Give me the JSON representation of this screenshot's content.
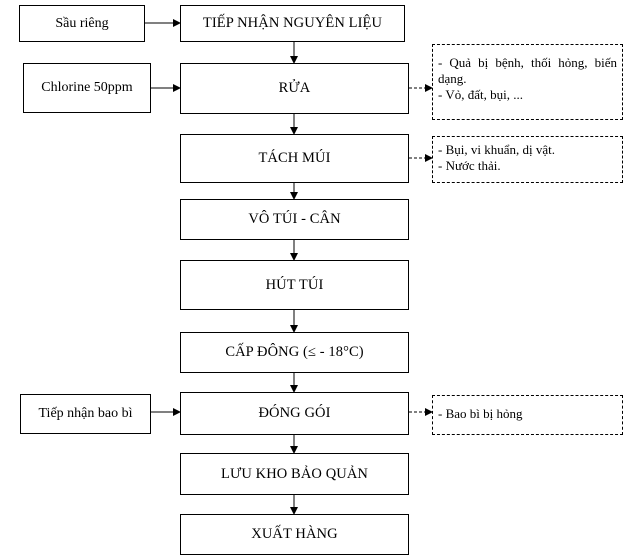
{
  "inputs": {
    "durian": "Sầu riêng",
    "chlorine": "Chlorine 50ppm",
    "packaging": "Tiếp nhận bao bì"
  },
  "steps": [
    "TIẾP NHẬN NGUYÊN LIỆU",
    "RỬA",
    "TÁCH MÚI",
    "VÔ TÚI - CÂN",
    "HÚT TÚI",
    "CẤP ĐÔNG (≤ - 18°C)",
    "ĐÓNG GÓI",
    "LƯU KHO BẢO QUẢN",
    "XUẤT HÀNG"
  ],
  "waste": {
    "washing": [
      "- Quả bị bệnh, thối hỏng, biến dạng.",
      "- Vỏ, đất, bụi, ..."
    ],
    "segmenting": [
      "- Bụi, vi khuẩn, dị vật.",
      "- Nước thải."
    ],
    "packing": [
      "- Bao bì bị hỏng"
    ]
  }
}
